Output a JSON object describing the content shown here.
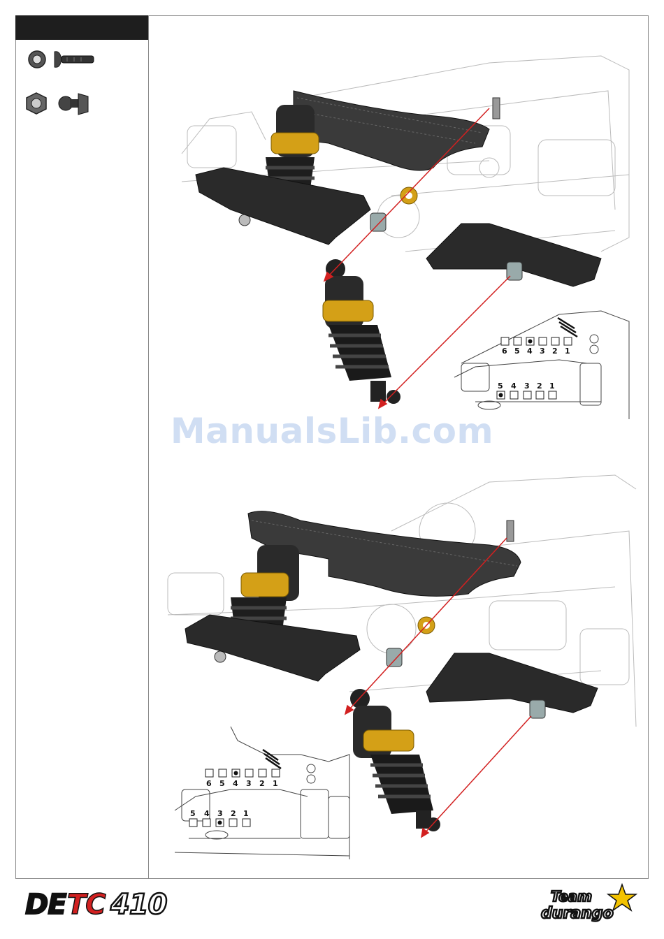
{
  "watermark": "ManualsLib.com",
  "header_label": "",
  "diagram_top": {
    "upper_positions": [
      "6",
      "5",
      "4",
      "3",
      "2",
      "1"
    ],
    "upper_selected": "4",
    "lower_positions": [
      "5",
      "4",
      "3",
      "2",
      "1"
    ],
    "lower_selected": "5"
  },
  "diagram_bottom": {
    "upper_positions": [
      "6",
      "5",
      "4",
      "3",
      "2",
      "1"
    ],
    "upper_selected": "4",
    "lower_positions": [
      "5",
      "4",
      "3",
      "2",
      "1"
    ],
    "lower_selected": "3"
  },
  "footer": {
    "product_logo": "DETC410",
    "brand_logo": "Team durango"
  },
  "colors": {
    "accent_arrow": "#d22020",
    "shock_collar": "#d4a017",
    "carbon": "#3a3a3a",
    "frame_line": "#888888"
  },
  "icons": [
    "washer-icon",
    "button-head-screw-icon",
    "locknut-icon",
    "ball-stud-icon"
  ]
}
